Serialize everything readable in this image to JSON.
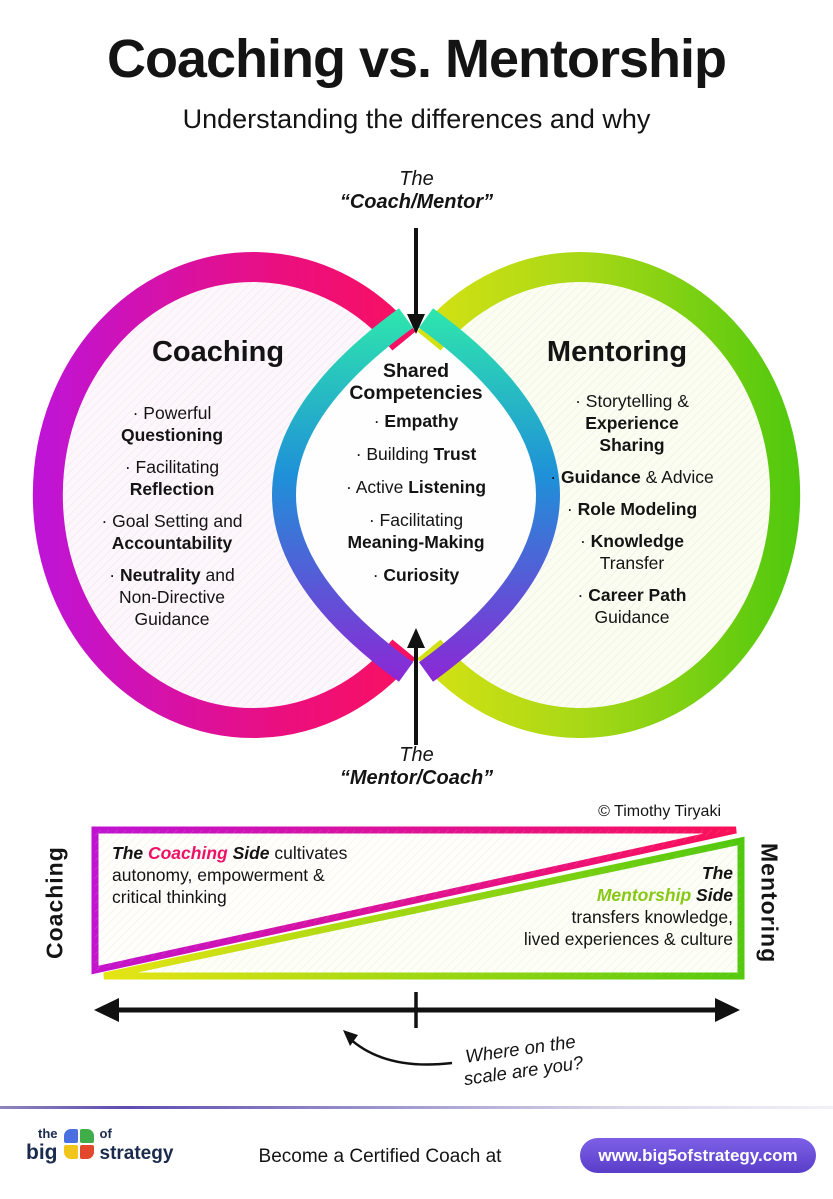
{
  "title": "Coaching vs. Mentorship",
  "subtitle": "Understanding the differences and why",
  "copyright": "© Timothy Tiryaki",
  "venn": {
    "top_label": {
      "line1": "The",
      "line2": "“Coach/Mentor”"
    },
    "bottom_label": {
      "line1": "The",
      "line2": "“Mentor/Coach”"
    },
    "coaching": {
      "title": "Coaching",
      "items": [
        {
          "segments": [
            {
              "t": "· Powerful",
              "br": true
            },
            {
              "t": "Questioning",
              "b": true
            }
          ]
        },
        {
          "segments": [
            {
              "t": "· Facilitating",
              "br": true
            },
            {
              "t": "Reflection",
              "b": true
            }
          ]
        },
        {
          "segments": [
            {
              "t": "· Goal Setting and",
              "br": true
            },
            {
              "t": "Accountability",
              "b": true
            }
          ]
        },
        {
          "segments": [
            {
              "t": "· "
            },
            {
              "t": "Neutrality",
              "b": true
            },
            {
              "t": " and",
              "br": true
            },
            {
              "t": "Non-Directive",
              "br": true
            },
            {
              "t": "Guidance"
            }
          ]
        }
      ]
    },
    "shared": {
      "title": "Shared Competencies",
      "items": [
        {
          "segments": [
            {
              "t": "· "
            },
            {
              "t": "Empathy",
              "b": true
            }
          ]
        },
        {
          "segments": [
            {
              "t": "· Building "
            },
            {
              "t": "Trust",
              "b": true
            }
          ]
        },
        {
          "segments": [
            {
              "t": "· Active "
            },
            {
              "t": "Listening",
              "b": true
            }
          ]
        },
        {
          "segments": [
            {
              "t": "· Facilitating",
              "br": true
            },
            {
              "t": "Meaning-Making",
              "b": true
            }
          ]
        },
        {
          "segments": [
            {
              "t": "· "
            },
            {
              "t": "Curiosity",
              "b": true
            }
          ]
        }
      ]
    },
    "mentoring": {
      "title": "Mentoring",
      "items": [
        {
          "segments": [
            {
              "t": "· Storytelling &",
              "br": true
            },
            {
              "t": "Experience",
              "b": true,
              "br": true
            },
            {
              "t": "Sharing",
              "b": true
            }
          ]
        },
        {
          "segments": [
            {
              "t": "· "
            },
            {
              "t": "Guidance",
              "b": true
            },
            {
              "t": " & Advice"
            }
          ]
        },
        {
          "segments": [
            {
              "t": "· "
            },
            {
              "t": "Role Modeling",
              "b": true
            }
          ]
        },
        {
          "segments": [
            {
              "t": "· "
            },
            {
              "t": "Knowledge",
              "b": true,
              "br": true
            },
            {
              "t": "Transfer"
            }
          ]
        },
        {
          "segments": [
            {
              "t": "· "
            },
            {
              "t": "Career Path",
              "b": true,
              "br": true
            },
            {
              "t": "Guidance"
            }
          ]
        }
      ]
    }
  },
  "scale": {
    "left_label": "Coaching",
    "right_label": "Mentoring",
    "coaching_side": {
      "segments": [
        {
          "t": "The ",
          "b": true,
          "i": true
        },
        {
          "t": "Coaching",
          "b": true,
          "i": true,
          "c": "#ee1166"
        },
        {
          "t": " Side",
          "b": true,
          "i": true
        },
        {
          "t": " cultivates",
          "br": true
        },
        {
          "t": "autonomy, empowerment &",
          "br": true
        },
        {
          "t": "critical thinking"
        }
      ]
    },
    "mentoring_side": {
      "segments": [
        {
          "t": "The",
          "b": true,
          "i": true,
          "br": true
        },
        {
          "t": "Mentorship",
          "b": true,
          "i": true,
          "c": "#86c814"
        },
        {
          "t": " Side",
          "b": true,
          "i": true,
          "br": true
        },
        {
          "t": "transfers knowledge,",
          "br": true
        },
        {
          "t": "lived experiences & culture"
        }
      ]
    },
    "question": "Where on the scale are you?"
  },
  "footer": {
    "logo": {
      "word1": "the",
      "word2": "big",
      "word3": "of",
      "word4": "strategy"
    },
    "cta": "Become a Certified Coach at",
    "url": "www.big5ofstrategy.com"
  },
  "colors": {
    "coaching_magenta": "#bf14d6",
    "coaching_pink": "#ff1052",
    "mentoring_yellow": "#e7e512",
    "mentoring_green": "#4fc80e",
    "shared_teal": "#2ee6ad",
    "shared_blue": "#1f90d8",
    "shared_purple": "#8b28d6",
    "url_pill_purple": "#5a3ec9"
  }
}
